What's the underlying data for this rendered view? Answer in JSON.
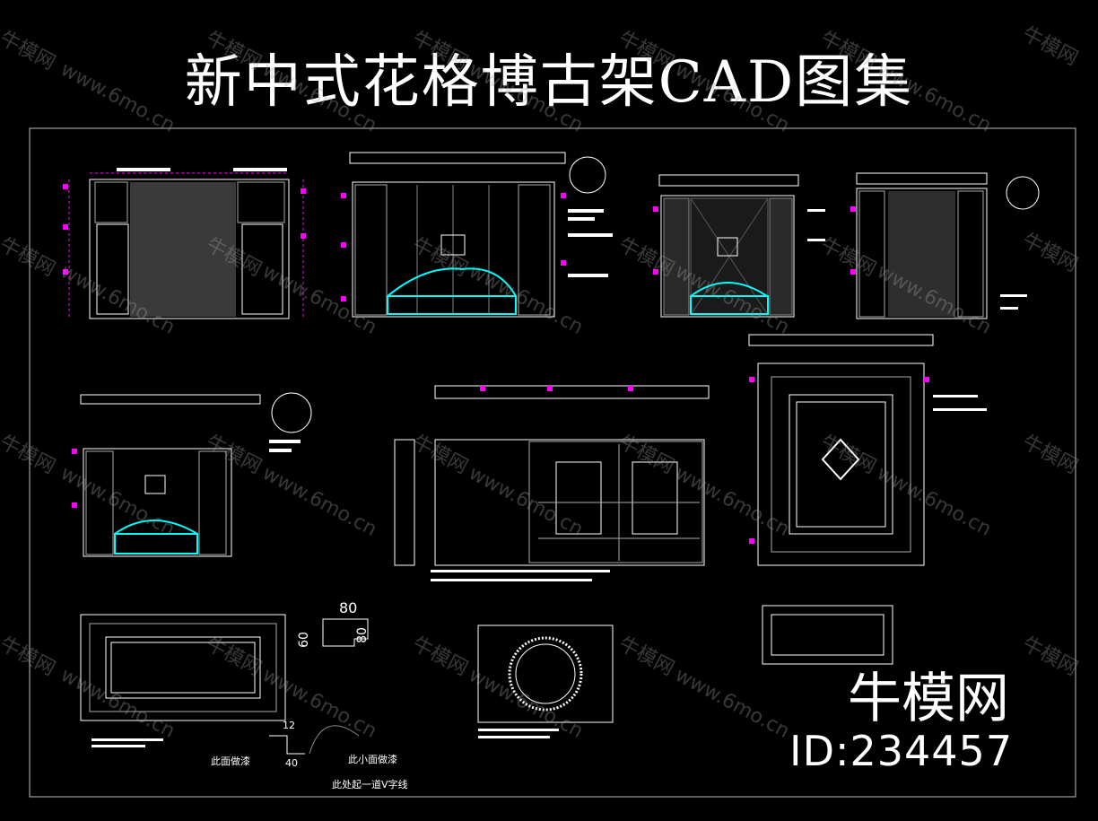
{
  "title": "新中式花格博古架CAD图集",
  "watermark": {
    "brand": "牛模网",
    "url": "www.6mo.cn"
  },
  "brand_logo": "牛模网",
  "brand_id": "ID:234457",
  "callouts": {
    "painted_face": "此面做漆",
    "small_face_painted": "此小面做漆",
    "v_groove": "此处起一道V字线"
  },
  "dimensions": {
    "d80_top": "80",
    "d60": "60",
    "d80_side": "80",
    "d12": "12",
    "d40": "40"
  },
  "colors": {
    "background": "#000000",
    "lines": "#ffffff",
    "magenta": "#ff00ff",
    "cyan": "#00ffff",
    "red": "#ff3030",
    "grey": "#808080"
  }
}
